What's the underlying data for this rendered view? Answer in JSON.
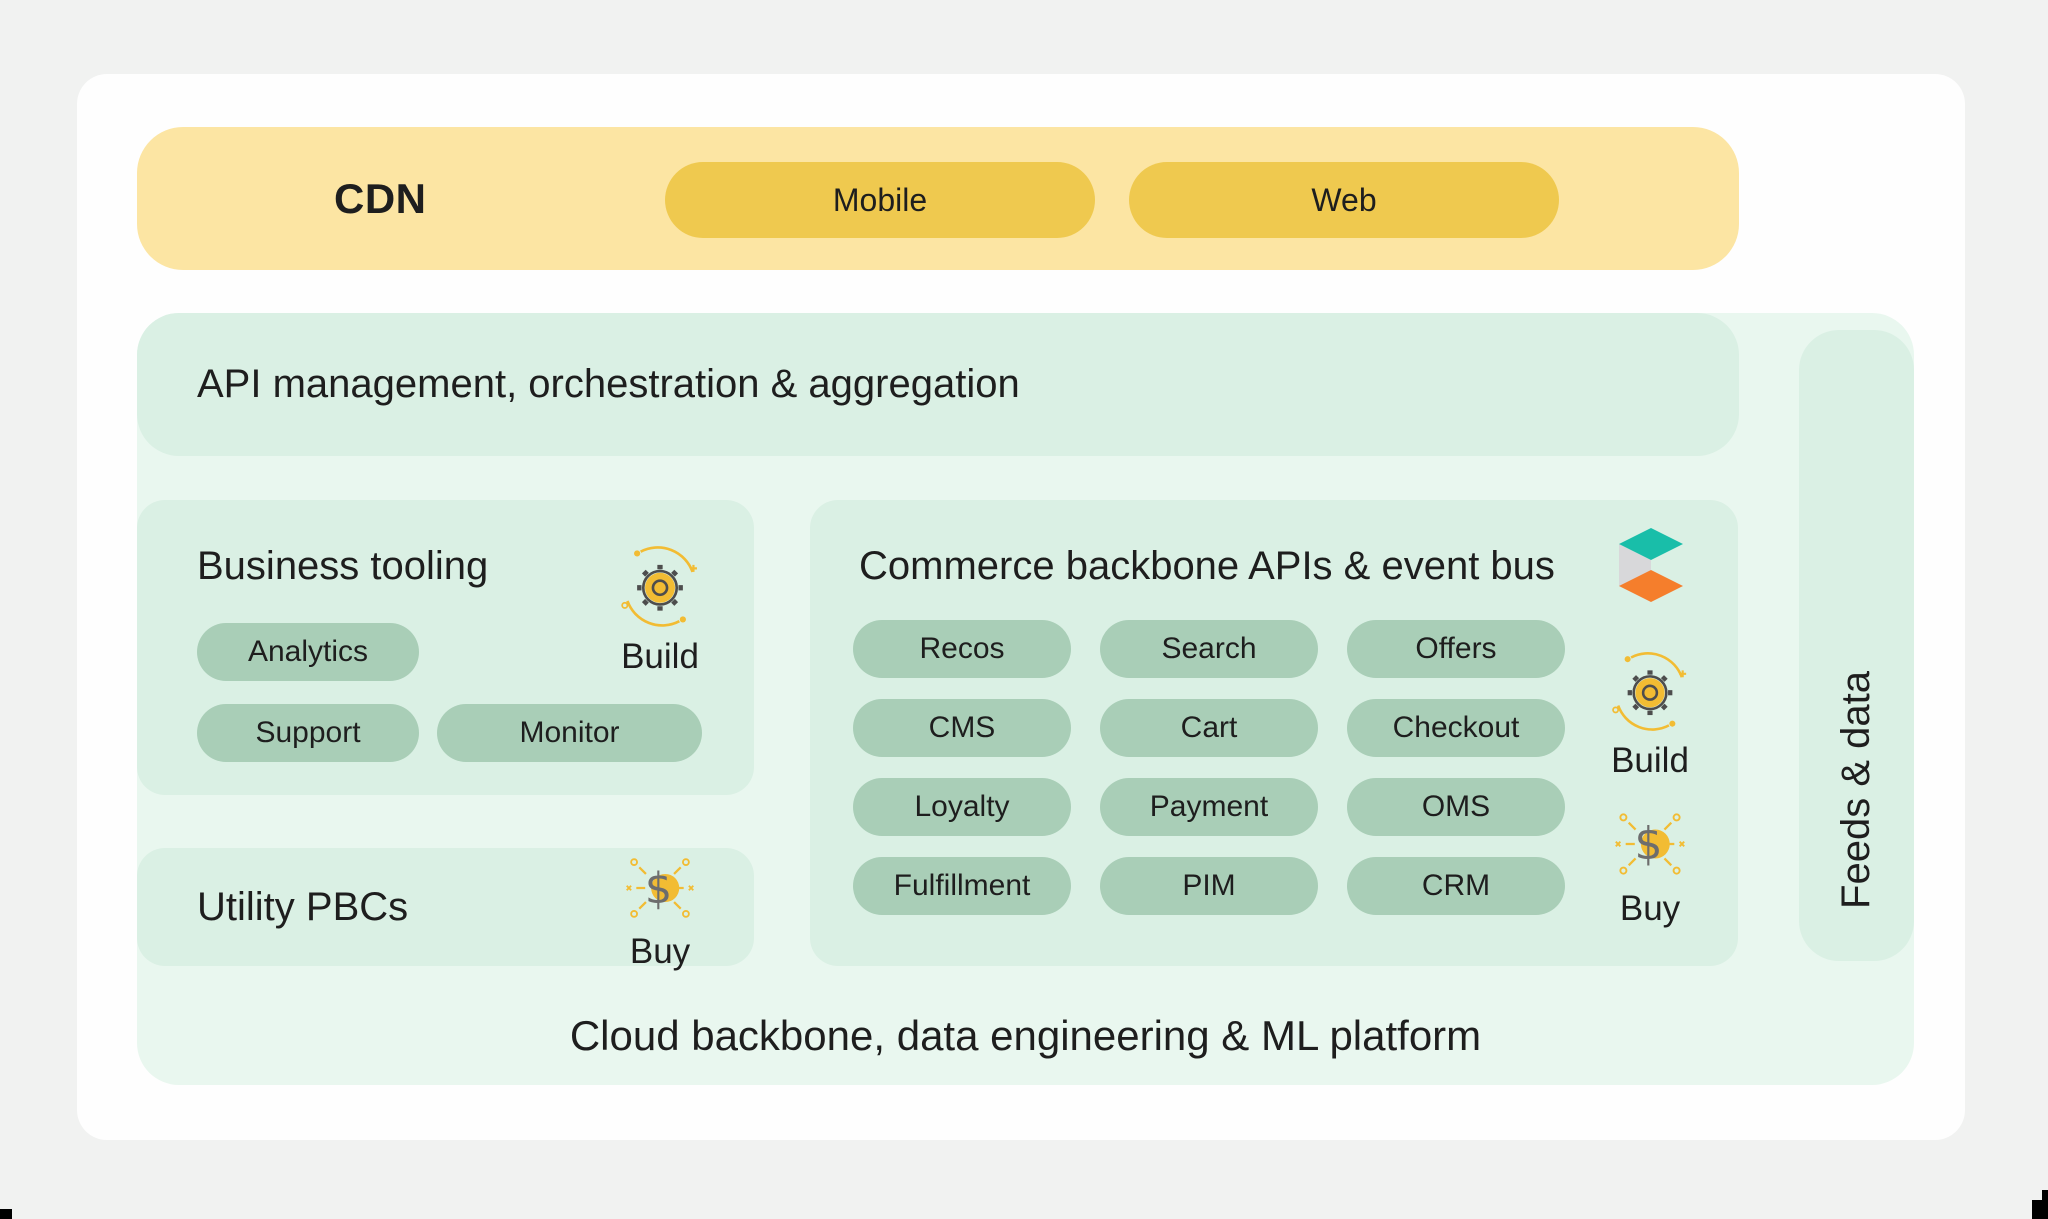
{
  "colors": {
    "page_bg": "#f1f2f1",
    "card_bg": "#fefefe",
    "cdn_band": "#fce5a3",
    "yellow_pill": "#efc94f",
    "outer_mint": "#e9f7ef",
    "mint_panel": "#daf0e4",
    "green_pill": "#a9ceb7",
    "text": "#1e1e1e",
    "icon_yellow": "#f2bc33",
    "icon_gray": "#4d4d4d",
    "logo_teal": "#19bea9",
    "logo_gray": "#d8d8da",
    "logo_orange": "#f57e2c"
  },
  "cdn": {
    "label": "CDN",
    "pills": [
      "Mobile",
      "Web"
    ]
  },
  "api_band": {
    "label": "API management, orchestration & aggregation"
  },
  "feeds": {
    "label": "Feeds & data"
  },
  "business_tooling": {
    "title": "Business tooling",
    "build_label": "Build",
    "pills": [
      "Analytics",
      "Support",
      "Monitor"
    ]
  },
  "utility": {
    "title": "Utility PBCs",
    "buy_label": "Buy"
  },
  "commerce": {
    "title": "Commerce backbone APIs & event bus",
    "grid": [
      "Recos",
      "Search",
      "Offers",
      "CMS",
      "Cart",
      "Checkout",
      "Loyalty",
      "Payment",
      "OMS",
      "Fulfillment",
      "PIM",
      "CRM"
    ],
    "build_label": "Build",
    "buy_label": "Buy"
  },
  "cloud": {
    "label": "Cloud backbone, data engineering & ML platform"
  }
}
